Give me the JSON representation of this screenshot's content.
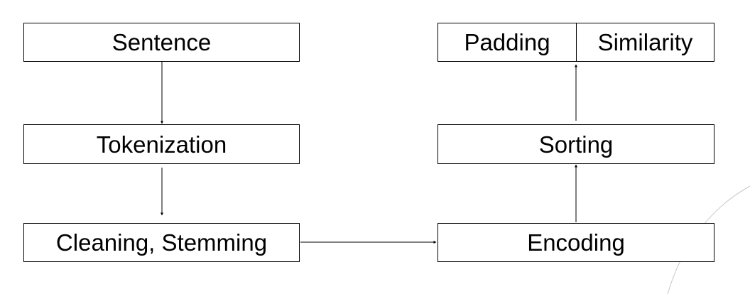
{
  "diagram": {
    "nodes": {
      "sentence": "Sentence",
      "tokenization": "Tokenization",
      "cleaning_stemming": "Cleaning, Stemming",
      "encoding": "Encoding",
      "sorting": "Sorting",
      "padding": "Padding",
      "similarity": "Similarity"
    },
    "edges": [
      {
        "from": "Sentence",
        "to": "Tokenization"
      },
      {
        "from": "Tokenization",
        "to": "Cleaning, Stemming"
      },
      {
        "from": "Cleaning, Stemming",
        "to": "Encoding"
      },
      {
        "from": "Encoding",
        "to": "Sorting"
      },
      {
        "from": "Sorting",
        "to": "Padding | Similarity"
      }
    ],
    "colors": {
      "stroke": "#000000",
      "fill": "#ffffff",
      "decoration": "#c8c8c8"
    }
  }
}
